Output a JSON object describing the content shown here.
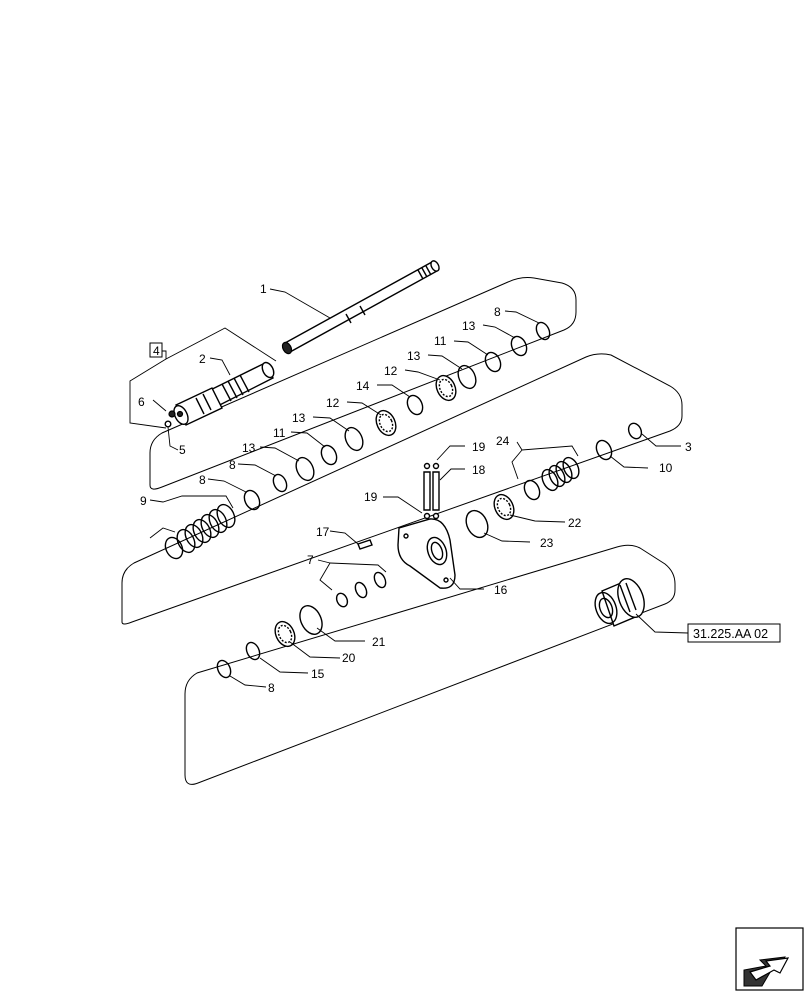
{
  "callouts": {
    "c1": "1",
    "c2": "2",
    "c3": "3",
    "c4": "4",
    "c5": "5",
    "c6": "6",
    "c7": "7",
    "c8a": "8",
    "c8b": "8",
    "c8c": "8",
    "c8d": "8",
    "c9": "9",
    "c10": "10",
    "c11a": "11",
    "c11b": "11",
    "c12a": "12",
    "c12b": "12",
    "c13a": "13",
    "c13b": "13",
    "c13c": "13",
    "c13d": "13",
    "c14": "14",
    "c15": "15",
    "c16": "16",
    "c17": "17",
    "c18": "18",
    "c19a": "19",
    "c19b": "19",
    "c20": "20",
    "c21": "21",
    "c22": "22",
    "c23": "23",
    "c24": "24"
  },
  "reference": "31.225.AA 02",
  "nav_icon": "arrow-page-icon"
}
